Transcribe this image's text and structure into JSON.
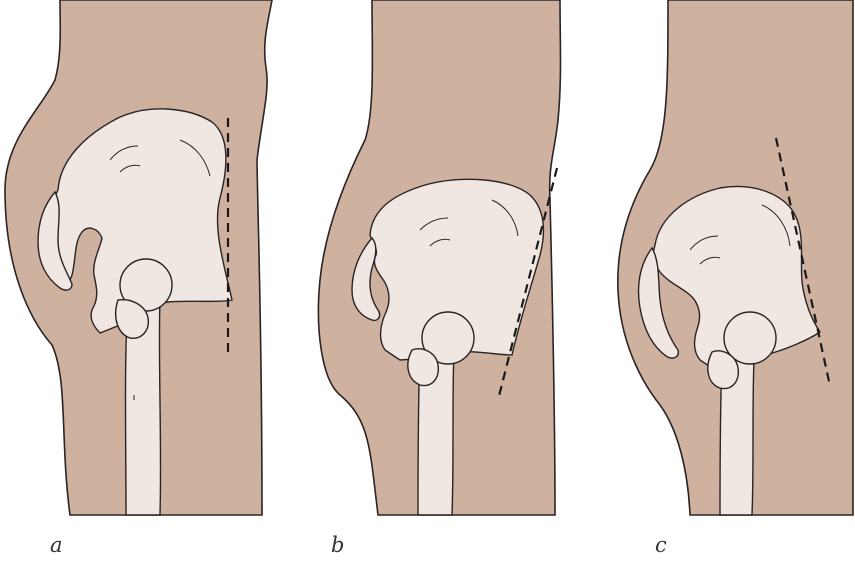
{
  "figure": {
    "panels": [
      {
        "id": "a",
        "label": "a"
      },
      {
        "id": "b",
        "label": "b"
      },
      {
        "id": "c",
        "label": "c"
      }
    ]
  },
  "colors": {
    "skin": "#cfb1a0",
    "bone": "#f0e6e2",
    "outline": "#2a2424",
    "dashed_line": "#1a1a1a",
    "label_text": "#333333"
  }
}
